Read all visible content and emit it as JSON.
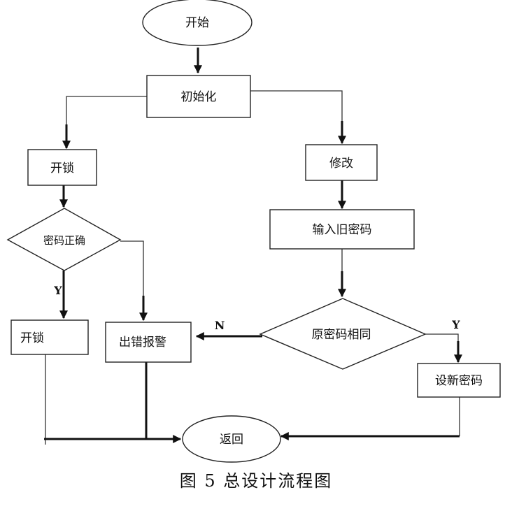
{
  "nodes": {
    "start": "开始",
    "init": "初始化",
    "unlock_top": "开锁",
    "password_ok": "密码正确",
    "unlock_bottom": "开锁",
    "error_alarm": "出错报警",
    "modify": "修改",
    "input_old": "输入旧密码",
    "same_as_old": "原密码相同",
    "set_new": "设新密码",
    "return": "返回"
  },
  "edges": {
    "yes_left": "Y",
    "no_right": "N",
    "yes_right": "Y"
  },
  "caption": "图 5  总设计流程图"
}
